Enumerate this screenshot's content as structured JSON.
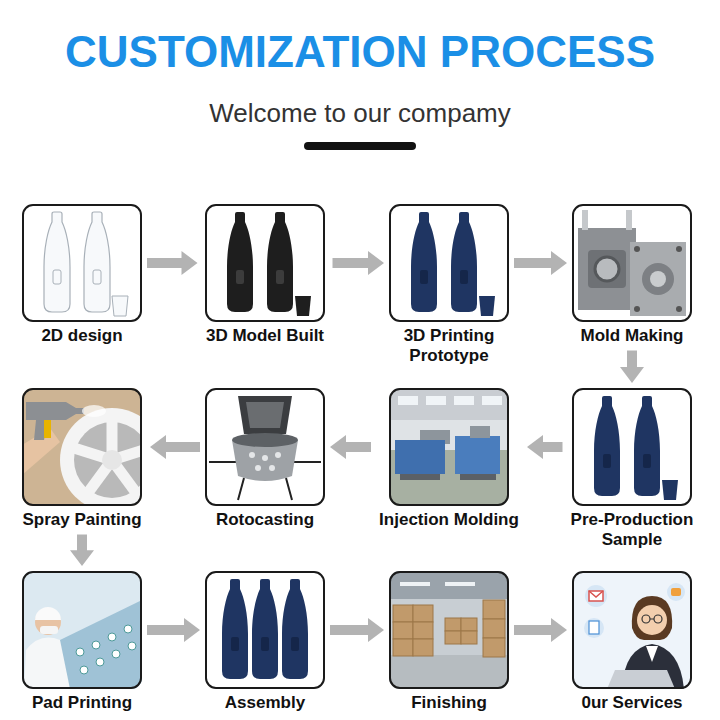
{
  "diagram": {
    "title": "CUSTOMIZATION PROCESS",
    "nodes": [
      {
        "text": [
          "2D design"
        ]
      },
      {
        "text": [
          "3D Model Built"
        ]
      },
      {
        "text": [
          "3D Printing Prototype"
        ]
      },
      {
        "text": [
          "Mold Making"
        ]
      },
      {
        "text": [
          "Spray Painting"
        ]
      },
      {
        "text": [
          "Rotocasting"
        ]
      },
      {
        "text": [
          "Injection Molding"
        ]
      },
      {
        "text": [
          "Pre-Production Sample"
        ]
      },
      {
        "text": [
          "Pad Printing"
        ]
      },
      {
        "text": [
          "Assembly"
        ]
      },
      {
        "text": [
          "Finishing"
        ]
      },
      {
        "text": [
          "0ur Services"
        ]
      }
    ],
    "edges": [
      {
        "from": 0,
        "to": 1,
        "arrow": "to"
      },
      {
        "from": 1,
        "to": 2,
        "arrow": "to"
      },
      {
        "from": 2,
        "to": 3,
        "arrow": "to"
      },
      {
        "from": 3,
        "to": 7,
        "arrow": "to"
      },
      {
        "from": 7,
        "to": 6,
        "arrow": "to"
      },
      {
        "from": 6,
        "to": 5,
        "arrow": "to"
      },
      {
        "from": 5,
        "to": 4,
        "arrow": "to"
      },
      {
        "from": 4,
        "to": 8,
        "arrow": "to"
      },
      {
        "from": 8,
        "to": 9,
        "arrow": "to"
      },
      {
        "from": 9,
        "to": 10,
        "arrow": "to"
      },
      {
        "from": 10,
        "to": 11,
        "arrow": "to"
      }
    ],
    "labels": [
      "Welcome to our compamy"
    ]
  }
}
